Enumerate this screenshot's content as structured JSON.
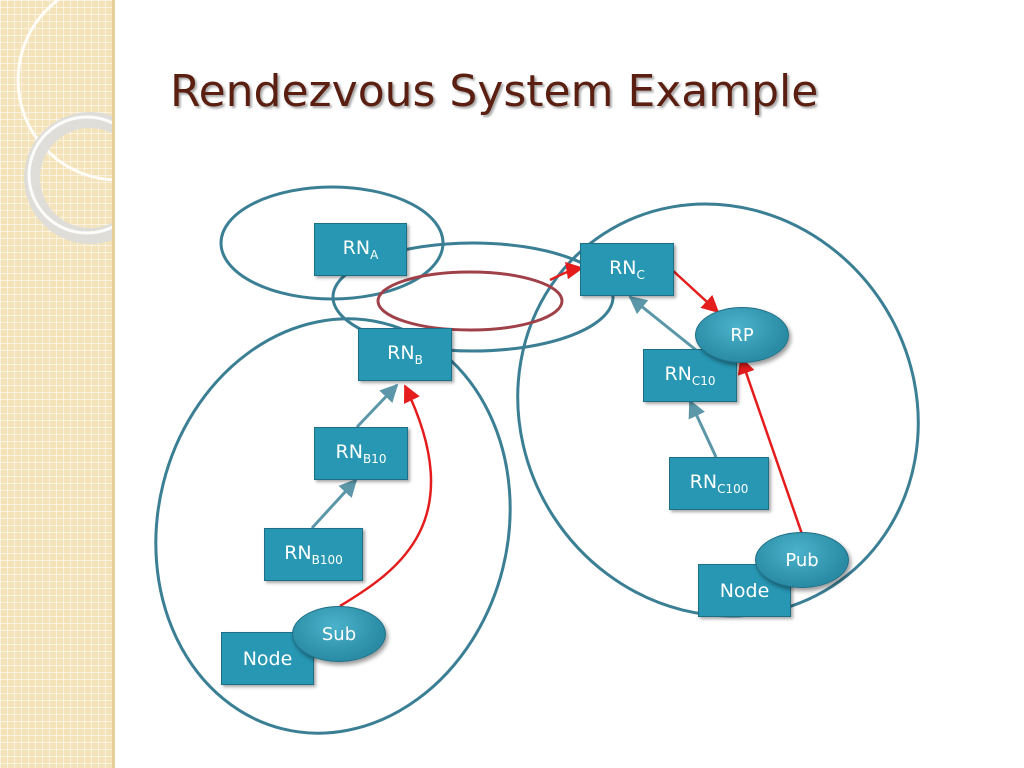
{
  "title": "Rendezvous System Example",
  "colors": {
    "node_fill": "#2797b4",
    "grouping_ellipse": "#3b7f95",
    "highlight_ellipse": "#a0414a",
    "message_arrow": "#e51c1c",
    "tree_arrow": "#5b97a8",
    "title": "#5b1f12"
  },
  "nodes": {
    "rn_a": {
      "base": "RN",
      "sub": "A"
    },
    "rn_b": {
      "base": "RN",
      "sub": "B"
    },
    "rn_b10": {
      "base": "RN",
      "sub": "B10"
    },
    "rn_b100": {
      "base": "RN",
      "sub": "B100"
    },
    "rn_c": {
      "base": "RN",
      "sub": "C"
    },
    "rn_c10": {
      "base": "RN",
      "sub": "C10"
    },
    "rn_c100": {
      "base": "RN",
      "sub": "C100"
    },
    "node_left": "Node",
    "node_right": "Node",
    "sub": "Sub",
    "pub": "Pub",
    "rp": "RP"
  }
}
